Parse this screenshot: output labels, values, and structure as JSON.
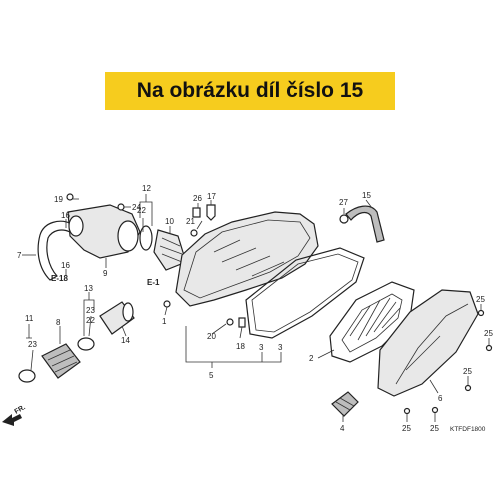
{
  "banner": {
    "text": "Na obrázku díl číslo 15",
    "color": "#f6cc1e"
  },
  "diagram_code": "KTFDF1800",
  "direction_label": "FR.",
  "refs": {
    "e18": "E-18",
    "e1": "E-1"
  },
  "callouts": {
    "n1": "1",
    "n2": "2",
    "n3a": "3",
    "n3b": "3",
    "n4": "4",
    "n5": "5",
    "n6": "6",
    "n7": "7",
    "n8": "8",
    "n9": "9",
    "n10": "10",
    "n11": "11",
    "n12": "12",
    "n13": "13",
    "n14": "14",
    "n15": "15",
    "n16a": "16",
    "n16b": "16",
    "n17": "17",
    "n18": "18",
    "n19": "19",
    "n20": "20",
    "n21": "21",
    "n22a": "22",
    "n22b": "22",
    "n23a": "23",
    "n23b": "23",
    "n24": "24",
    "n25a": "25",
    "n25b": "25",
    "n25c": "25",
    "n25d": "25",
    "n25e": "25",
    "n26": "26",
    "n27": "27"
  }
}
